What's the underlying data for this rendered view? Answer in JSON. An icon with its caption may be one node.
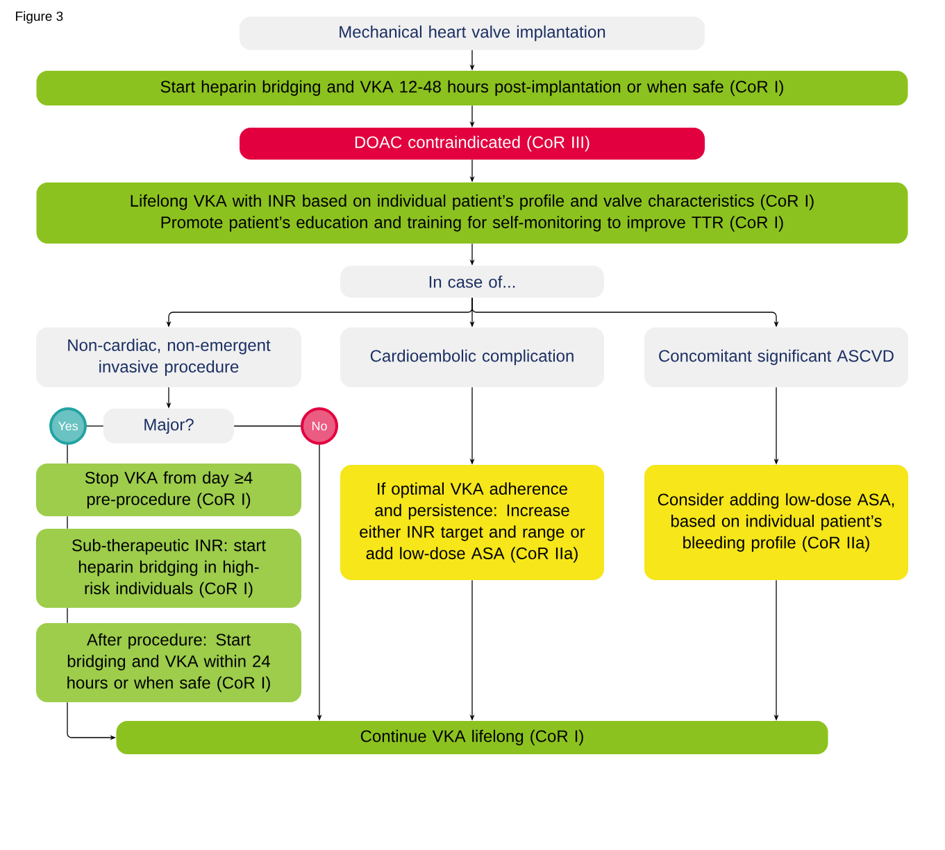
{
  "diagram": {
    "nodes": [
      {
        "text": [
          "Mechanical heart valve implantation"
        ]
      },
      {
        "text": [
          "Start heparin bridging and VKA 12-48 hours post-implantation or when safe (CoR I)"
        ]
      },
      {
        "text": [
          "DOAC contraindicated (CoR III)"
        ]
      },
      {
        "text": [
          "Lifelong VKA with INR based on individual patient’s profile and valve characteristics (CoR I)",
          "Promote patient’s education and training for self-monitoring to improve TTR (CoR I)"
        ]
      },
      {
        "text": [
          "In case of..."
        ]
      },
      {
        "text": [
          "Non-cardiac, non-emergent invasive procedure"
        ]
      },
      {
        "text": [
          "Cardioembolic complication"
        ]
      },
      {
        "text": [
          "Concomitant significant ASCVD"
        ]
      },
      {
        "text": [
          "Major?"
        ]
      },
      {
        "text": [
          "Yes"
        ]
      },
      {
        "text": [
          "No"
        ]
      },
      {
        "text": [
          "Stop VKA from day ≥4 pre-procedure (CoR I)"
        ]
      },
      {
        "text": [
          "Sub-therapeutic INR: start heparin bridging in high-risk individuals (CoR I)"
        ]
      },
      {
        "text": [
          "After procedure: Start bridging and VKA within 24 hours or when safe (CoR I)"
        ]
      },
      {
        "text": [
          "If optimal VKA adherence and persistence: Increase either INR target and range or add low-dose ASA (CoR IIa)"
        ]
      },
      {
        "text": [
          "Consider adding low-dose ASA, based on individual patient’s bleeding profile (CoR IIa)"
        ]
      },
      {
        "text": [
          "Continue VKA lifelong (CoR I)"
        ]
      }
    ],
    "edges": [
      {
        "from": 0,
        "to": 1,
        "arrow": "to"
      },
      {
        "from": 1,
        "to": 2,
        "arrow": "to"
      },
      {
        "from": 2,
        "to": 3,
        "arrow": "to"
      },
      {
        "from": 3,
        "to": 4,
        "arrow": "to"
      },
      {
        "from": 4,
        "to": 5,
        "arrow": "to"
      },
      {
        "from": 4,
        "to": 6,
        "arrow": "to"
      },
      {
        "from": 4,
        "to": 7,
        "arrow": "to"
      },
      {
        "from": 5,
        "to": 8,
        "arrow": "to"
      },
      {
        "from": 8,
        "to": 9,
        "arrow": "none"
      },
      {
        "from": 8,
        "to": 10,
        "arrow": "none"
      },
      {
        "from": 9,
        "to": 11,
        "arrow": "none"
      },
      {
        "from": 11,
        "to": 12,
        "arrow": "none"
      },
      {
        "from": 12,
        "to": 13,
        "arrow": "none"
      },
      {
        "from": 13,
        "to": 16,
        "arrow": "to"
      },
      {
        "from": 10,
        "to": 16,
        "arrow": "to"
      },
      {
        "from": 6,
        "to": 14,
        "arrow": "to"
      },
      {
        "from": 14,
        "to": 16,
        "arrow": "to"
      },
      {
        "from": 7,
        "to": 15,
        "arrow": "to"
      },
      {
        "from": 15,
        "to": 16,
        "arrow": "to"
      }
    ],
    "labels": [
      "Figure 3"
    ]
  }
}
